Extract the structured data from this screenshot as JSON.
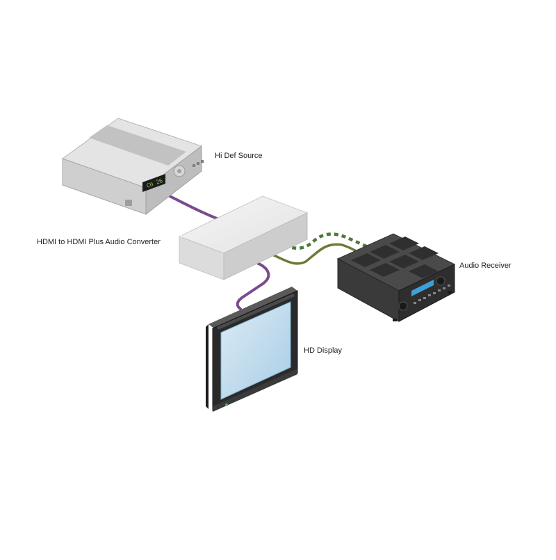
{
  "labels": {
    "source": "Hi Def Source",
    "converter": "HDMI to HDMI Plus Audio Converter",
    "receiver": "Audio Receiver",
    "display": "HD Display"
  },
  "source_display_text": "CH 26",
  "colors": {
    "hdmi_cable": "#7a4a8e",
    "audio_cable": "#6b7a35",
    "audio_cable_dashed": "#4f7a3a",
    "device_light": "#d8d8d8",
    "device_mid": "#b9b9b9",
    "receiver_dark": "#3a3a3a",
    "receiver_display": "#3fa0d8",
    "screen": "#b8d8ec",
    "display_green": "#4cc05a"
  }
}
